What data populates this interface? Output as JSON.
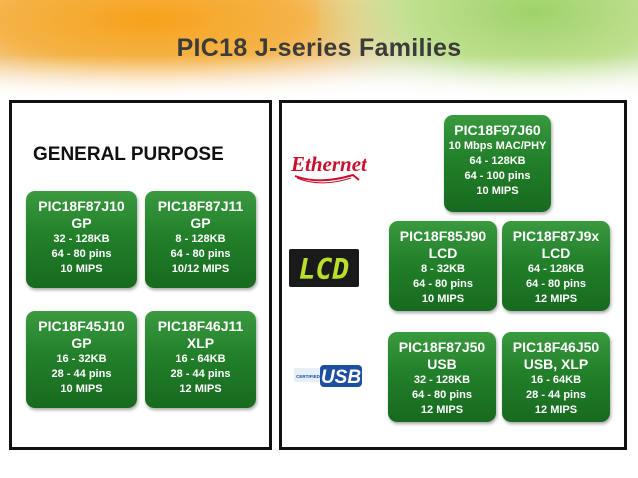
{
  "slide": {
    "title": "PIC18 J-series Families"
  },
  "left_panel": {
    "heading": "GENERAL PURPOSE",
    "chips": [
      {
        "name": "PIC18F87J10",
        "sub": "GP",
        "memory": "32 - 128KB",
        "pins": "64 - 80 pins",
        "speed": "10 MIPS"
      },
      {
        "name": "PIC18F87J11",
        "sub": "GP",
        "memory": "8 - 128KB",
        "pins": "64 - 80 pins",
        "speed": "10/12 MIPS"
      },
      {
        "name": "PIC18F45J10",
        "sub": "GP",
        "memory": "16 - 32KB",
        "pins": "28 - 44 pins",
        "speed": "10 MIPS"
      },
      {
        "name": "PIC18F46J11",
        "sub": "XLP",
        "memory": "16 - 64KB",
        "pins": "28 - 44 pins",
        "speed": "12 MIPS"
      }
    ]
  },
  "right_panel": {
    "logos": {
      "ethernet": "Ethernet",
      "lcd": "LCD",
      "usb": "USB",
      "usb_small": "CERTIFIED"
    },
    "ethernet_chip": {
      "name": "PIC18F97J60",
      "feature": "10 Mbps MAC/PHY",
      "memory": "64 - 128KB",
      "pins": "64 - 100 pins",
      "speed": "10 MIPS"
    },
    "lcd_chips": [
      {
        "name": "PIC18F85J90",
        "sub": "LCD",
        "memory": "8 - 32KB",
        "pins": "64 - 80 pins",
        "speed": "10 MIPS"
      },
      {
        "name": "PIC18F87J9x",
        "sub": "LCD",
        "memory": "64 - 128KB",
        "pins": "64 - 80 pins",
        "speed": "12 MIPS"
      }
    ],
    "usb_chips": [
      {
        "name": "PIC18F87J50",
        "sub": "USB",
        "memory": "32 - 128KB",
        "pins": "64 - 80 pins",
        "speed": "12 MIPS"
      },
      {
        "name": "PIC18F46J50",
        "sub": "USB, XLP",
        "memory": "16 - 64KB",
        "pins": "28 - 44 pins",
        "speed": "12 MIPS"
      }
    ]
  },
  "colors": {
    "chip_green": "#22802a",
    "ethernet_red": "#c8102e",
    "lcd_green": "#b8e02a",
    "usb_blue": "#1c4fa0"
  }
}
